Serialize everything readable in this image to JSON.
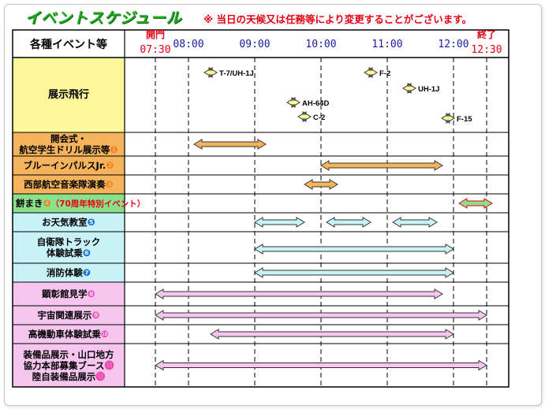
{
  "title": "イベントスケジュール",
  "notice": "※ 当日の天候又は任務等により変更することがございます。",
  "header": {
    "label": "各種イベント等",
    "open_label": "開門",
    "open_time": "07:30",
    "close_label": "終了",
    "close_time": "12:30",
    "hours": [
      "08:00",
      "09:00",
      "10:00",
      "11:00",
      "12:00"
    ]
  },
  "colors": {
    "orange": "#f5b35c",
    "green": "#8be08b",
    "cyan": "#c9f2f7",
    "pink": "#f6c6f0",
    "yellow": "#fbf79a",
    "red": "#e60012",
    "blue_badge": "#1c6ad6",
    "orange_badge": "#f58220",
    "pink_badge": "#ea4fae"
  },
  "flight": {
    "label": "展示飛行",
    "items": [
      {
        "name": "T-7/UH-1J",
        "time": "08:20"
      },
      {
        "name": "F-2",
        "time": "10:45"
      },
      {
        "name": "UH-1J",
        "time": "11:20"
      },
      {
        "name": "AH-64D",
        "time": "09:35"
      },
      {
        "name": "C-2",
        "time": "09:45"
      },
      {
        "name": "F-15",
        "time": "11:55"
      }
    ]
  },
  "events": [
    {
      "lines": [
        "開会式・",
        "航空学生ドリル展示等"
      ],
      "badge": "❶",
      "badge_color": "#f58220",
      "bg": "#f5b35c",
      "arrows": [
        {
          "start": "08:05",
          "end": "09:10",
          "color": "#f5b35c"
        }
      ]
    },
    {
      "lines": [
        "ブルーインパルスJr."
      ],
      "badge": "❷",
      "badge_color": "#f58220",
      "bg": "#f5b35c",
      "arrows": [
        {
          "start": "10:00",
          "end": "11:50",
          "color": "#f5b35c"
        }
      ]
    },
    {
      "lines": [
        "西部航空音楽隊演奏"
      ],
      "badge": "❸",
      "badge_color": "#f58220",
      "bg": "#f5b35c",
      "arrows": [
        {
          "start": "09:45",
          "end": "10:15",
          "color": "#f5b35c"
        }
      ]
    },
    {
      "lines": [
        "餅まき"
      ],
      "badge": "❹",
      "badge_color": "#f58220",
      "extra": "（70周年特別イベント）",
      "bg": "#8be08b",
      "arrows": [
        {
          "start": "12:05",
          "end": "12:35",
          "color": "#8be08b"
        }
      ]
    },
    {
      "lines": [
        "お天気教室"
      ],
      "badge": "❺",
      "badge_color": "#1c6ad6",
      "bg": "#c9f2f7",
      "arrows": [
        {
          "start": "09:00",
          "end": "09:45",
          "color": "#c9f2f7"
        },
        {
          "start": "10:05",
          "end": "10:45",
          "color": "#c9f2f7"
        },
        {
          "start": "11:05",
          "end": "11:45",
          "color": "#c9f2f7"
        }
      ]
    },
    {
      "lines": [
        "自衛隊トラック",
        "体験試乗"
      ],
      "badge": "❻",
      "badge_color": "#1c6ad6",
      "bg": "#c9f2f7",
      "arrows": [
        {
          "start": "09:00",
          "end": "12:00",
          "color": "#c9f2f7"
        }
      ]
    },
    {
      "lines": [
        "消防体験"
      ],
      "badge": "❼",
      "badge_color": "#1c6ad6",
      "bg": "#c9f2f7",
      "arrows": [
        {
          "start": "09:00",
          "end": "12:00",
          "color": "#c9f2f7"
        }
      ]
    },
    {
      "lines": [
        "顕彰館見学"
      ],
      "badge": "❽",
      "badge_color": "#ea4fae",
      "bg": "#f6c6f0",
      "arrows": [
        {
          "start": "07:30",
          "end": "11:50",
          "color": "#f6c6f0"
        }
      ]
    },
    {
      "lines": [
        "宇宙関連展示"
      ],
      "badge": "❾",
      "badge_color": "#ea4fae",
      "bg": "#f6c6f0",
      "arrows": [
        {
          "start": "07:30",
          "end": "12:30",
          "color": "#f6c6f0"
        }
      ]
    },
    {
      "lines": [
        "高機動車体験試乗"
      ],
      "badge": "❿",
      "badge_color": "#ea4fae",
      "bg": "#f6c6f0",
      "arrows": [
        {
          "start": "08:20",
          "end": "12:00",
          "color": "#f6c6f0"
        }
      ]
    },
    {
      "lines": [
        "装備品展示・山口地方",
        "協力本部募集ブース",
        "陸自装備品展示"
      ],
      "badges": [
        "",
        "⓫",
        "⓬"
      ],
      "badge_color": "#ea4fae",
      "bg": "#f6c6f0",
      "arrows": [
        {
          "start": "07:30",
          "end": "12:30",
          "color": "#f6c6f0"
        }
      ]
    }
  ]
}
